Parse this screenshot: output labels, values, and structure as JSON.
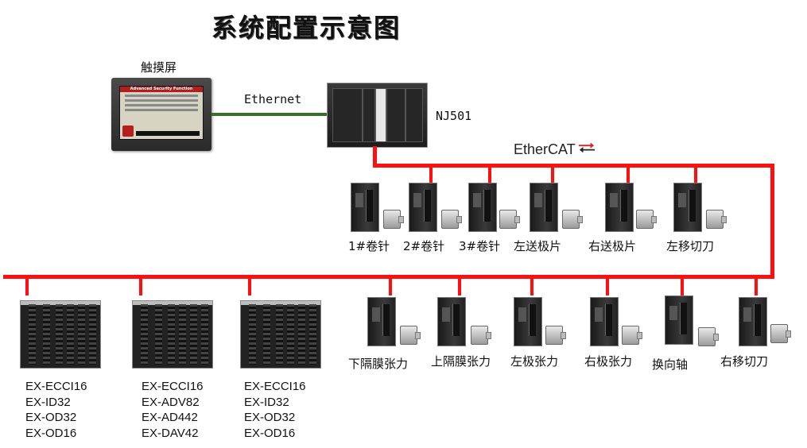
{
  "title": "系统配置示意图",
  "hmi": {
    "label": "触摸屏",
    "screen_title": "Advanced Security Function"
  },
  "network": {
    "ethernet_label": "Ethernet",
    "fieldbus_label": "EtherCAT"
  },
  "plc": {
    "label": "NJ501"
  },
  "colors": {
    "bus": "#ff1010",
    "ethernet_cable": "#3b6e2b"
  },
  "servos_row1": [
    {
      "label": "1#卷针"
    },
    {
      "label": "2#卷针"
    },
    {
      "label": "3#卷针"
    },
    {
      "label": "左送极片"
    },
    {
      "label": "右送极片"
    },
    {
      "label": "左移切刀"
    }
  ],
  "servos_row2": [
    {
      "label": "下隔膜张力"
    },
    {
      "label": "上隔膜张力"
    },
    {
      "label": "左极张力"
    },
    {
      "label": "右极张力"
    },
    {
      "label": "换向轴"
    },
    {
      "label": "右移切刀"
    }
  ],
  "io_units": [
    {
      "modules": [
        "EX-ECCI16",
        "EX-ID32",
        "EX-OD32",
        "EX-OD16"
      ]
    },
    {
      "modules": [
        "EX-ECCI16",
        "EX-ADV82",
        "EX-AD442",
        "EX-DAV42"
      ]
    },
    {
      "modules": [
        "EX-ECCI16",
        "EX-ID32",
        "EX-OD32",
        "EX-OD16"
      ]
    }
  ]
}
